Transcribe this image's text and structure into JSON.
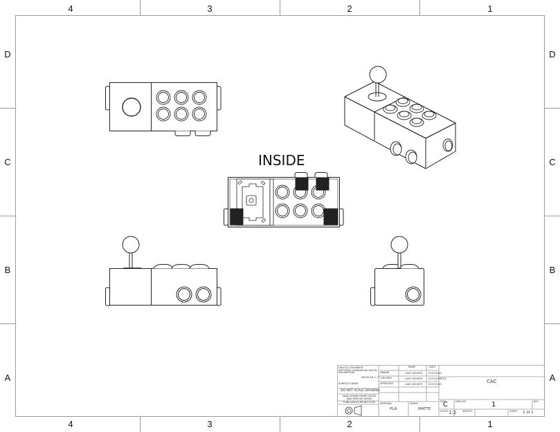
{
  "sheet": {
    "columns_top": [
      "4",
      "3",
      "2",
      "1"
    ],
    "columns_bottom": [
      "4",
      "3",
      "2",
      "1"
    ],
    "rows_left": [
      "D",
      "C",
      "B",
      "A"
    ],
    "rows_right": [
      "D",
      "C",
      "B",
      "A"
    ]
  },
  "views": {
    "section_label": "INSIDE",
    "list": [
      {
        "name": "top-view"
      },
      {
        "name": "isometric-view"
      },
      {
        "name": "inside-section-view"
      },
      {
        "name": "front-view"
      },
      {
        "name": "right-side-view"
      }
    ]
  },
  "title_block": {
    "tolerance_note": "UNLESS OTHERWISE SPECIFIED: DIMENSIONS ARE IN MILLIMETERS",
    "angular": "ANGULAR ± 1°",
    "surface_finish": "SURFACE FINISH",
    "do_not_scale": "DO NOT SCALE DRAWING",
    "deburr_note": "SAND DOWN SHARP EDGES AND REMOVE BURRS",
    "projection": "THIRD ANGLE PROJECTION",
    "name_header": "NAME",
    "date_header": "DATE",
    "rows": [
      {
        "role": "DRAWN",
        "name": "LIAM SHEHERT",
        "date": "12/07/2022"
      },
      {
        "role": "CHECKED",
        "name": "LIAM SHEHERT",
        "date": "12/07/2022"
      },
      {
        "role": "APPROVED",
        "name": "LIAM SHEHERT",
        "date": "12/07/2022"
      }
    ],
    "material_label": "MATERIAL",
    "material": "PLA",
    "finish_label": "FINISH",
    "finish": "MATTE",
    "title_label": "TITLE",
    "title": "CAC",
    "size_label": "SIZE",
    "size": "C",
    "dwg_no_label": "DWG NO",
    "dwg_no": "1",
    "rev_label": "REV",
    "scale_label": "SCALE",
    "scale": "1:2",
    "weight_label": "WEIGHT",
    "sheet_label": "SHEET",
    "sheet": "1 of 1"
  },
  "colors": {
    "line": "#222222",
    "border": "#9a9a9a",
    "hatch": "#1a1a1a"
  }
}
